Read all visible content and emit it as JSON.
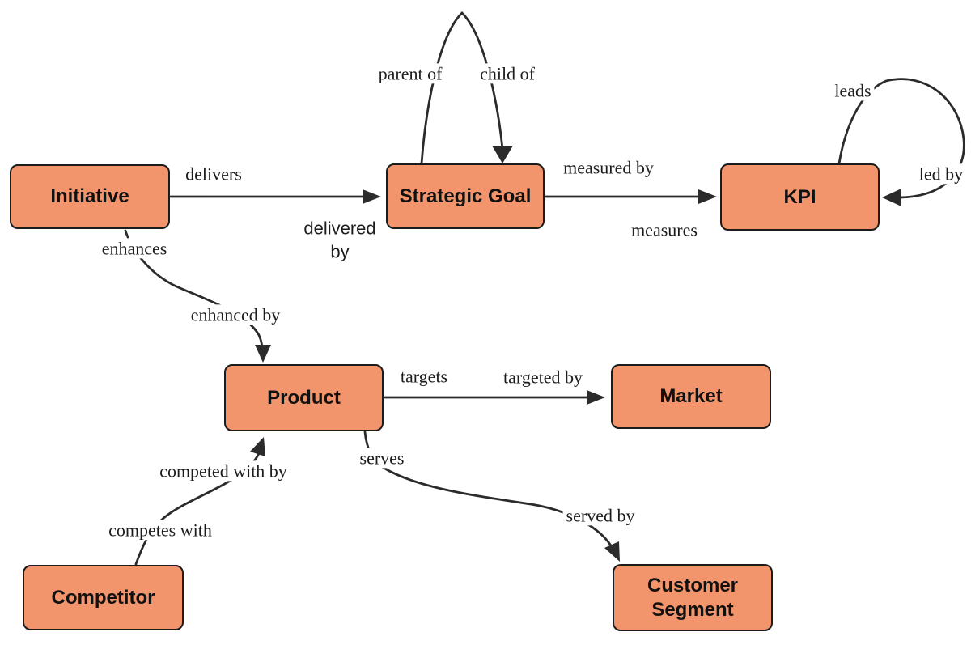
{
  "diagram": {
    "colors": {
      "background": "#ffffff",
      "node_fill": "#f2946c",
      "node_border": "#1b1b1b",
      "edge_color": "#2b2b2b",
      "label_color": "#1c1c1c",
      "node_text_color": "#111111"
    },
    "nodes": [
      {
        "id": "initiative",
        "label": "Initiative"
      },
      {
        "id": "strategic-goal",
        "label": "Strategic Goal"
      },
      {
        "id": "kpi",
        "label": "KPI"
      },
      {
        "id": "product",
        "label": "Product"
      },
      {
        "id": "market",
        "label": "Market"
      },
      {
        "id": "competitor",
        "label": "Competitor"
      },
      {
        "id": "customer-segment",
        "label": "Customer Segment"
      }
    ],
    "edges": [
      {
        "from": "Initiative",
        "to": "Strategic Goal",
        "forward_label": "delivers",
        "reverse_label": "delivered by"
      },
      {
        "from": "Strategic Goal",
        "to": "Strategic Goal",
        "forward_label": "parent of",
        "reverse_label": "child of"
      },
      {
        "from": "Strategic Goal",
        "to": "KPI",
        "forward_label": "measured by",
        "reverse_label": "measures"
      },
      {
        "from": "KPI",
        "to": "KPI",
        "forward_label": "leads",
        "reverse_label": "led by"
      },
      {
        "from": "Initiative",
        "to": "Product",
        "forward_label": "enhances",
        "reverse_label": "enhanced by"
      },
      {
        "from": "Product",
        "to": "Market",
        "forward_label": "targets",
        "reverse_label": "targeted by"
      },
      {
        "from": "Competitor",
        "to": "Product",
        "forward_label": "competes with",
        "reverse_label": "competed with by"
      },
      {
        "from": "Product",
        "to": "Customer Segment",
        "forward_label": "serves",
        "reverse_label": "served by"
      }
    ]
  }
}
